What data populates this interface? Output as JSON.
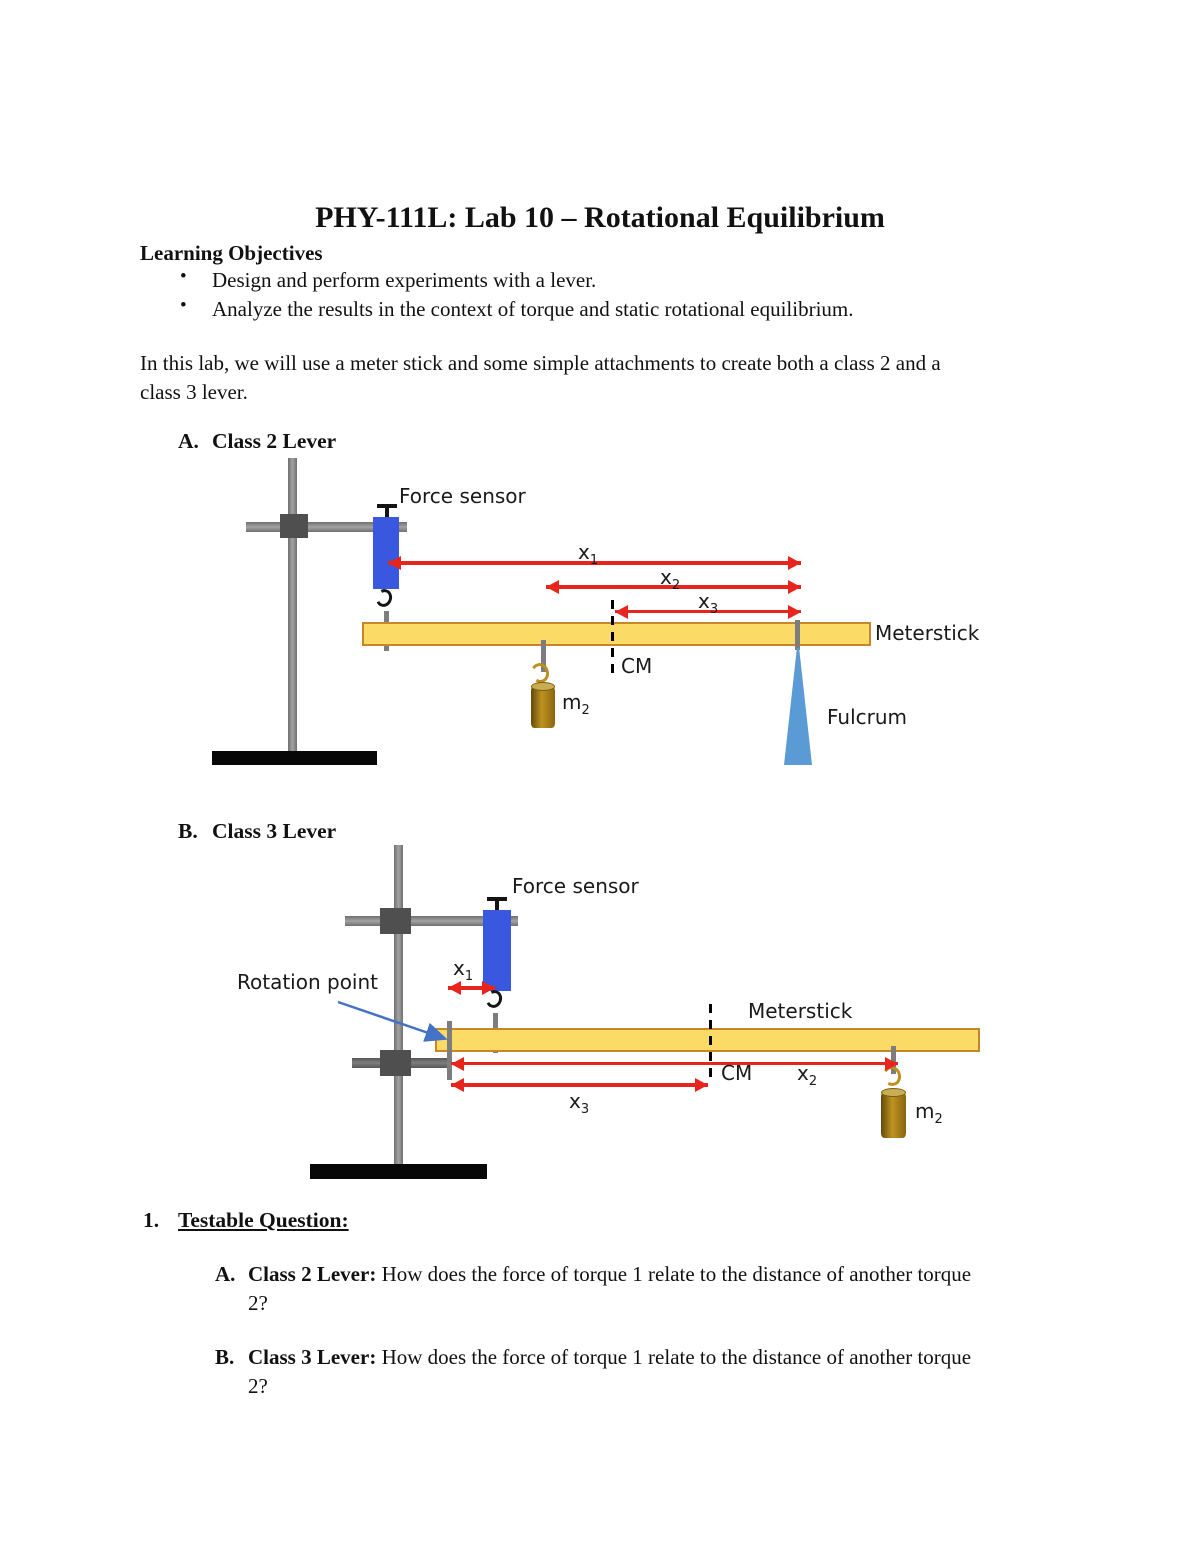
{
  "page": {
    "title": "PHY-111L: Lab 10 – Rotational Equilibrium",
    "objectives": {
      "heading": "Learning Objectives",
      "bullet_glyph": "•",
      "bullets": [
        "Design and perform experiments with a lever.",
        "Analyze the results in the context of torque and static rotational equilibrium."
      ]
    },
    "intro": {
      "line1": "In this lab, we will use a meter stick and some simple attachments to create both a class 2 and a",
      "line2": "class 3 lever."
    },
    "sections": {
      "a": {
        "number": "A.",
        "title": "Class 2 Lever"
      },
      "b": {
        "number": "B.",
        "title": "Class 3 Lever"
      }
    },
    "question": {
      "number": "1.",
      "heading": "Testable Question:",
      "items": [
        {
          "number": "A.",
          "label": "Class 2 Lever:",
          "line1": "How does the force of torque 1 relate to the distance of another torque",
          "line2": "2?"
        },
        {
          "number": "B.",
          "label": "Class 3 Lever:",
          "line1": "How does the force of torque 1 relate to the distance of another torque",
          "line2": "2?"
        }
      ]
    }
  },
  "diagram_a": {
    "labels": {
      "force_sensor": "Force sensor",
      "meterstick": "Meterstick",
      "fulcrum": "Fulcrum",
      "cm": "CM",
      "m2": {
        "base": "m",
        "sub": "2"
      },
      "x1": {
        "base": "x",
        "sub": "1"
      },
      "x2": {
        "base": "x",
        "sub": "2"
      },
      "x3": {
        "base": "x",
        "sub": "3"
      }
    }
  },
  "diagram_b": {
    "labels": {
      "force_sensor": "Force sensor",
      "rotation_point": "Rotation point",
      "meterstick": "Meterstick",
      "cm": "CM",
      "m2": {
        "base": "m",
        "sub": "2"
      },
      "x1": {
        "base": "x",
        "sub": "1"
      },
      "x2": {
        "base": "x",
        "sub": "2"
      },
      "x3": {
        "base": "x",
        "sub": "3"
      }
    }
  },
  "colors": {
    "arrow_red": "#E8251C",
    "sensor_blue": "#3A57E0",
    "meterstick_fill": "#FBDB65",
    "meterstick_border": "#C8862B",
    "fulcrum_blue": "#5B9BD5",
    "weight_gold": "#BD9320",
    "annotation_blue": "#4472C4"
  }
}
